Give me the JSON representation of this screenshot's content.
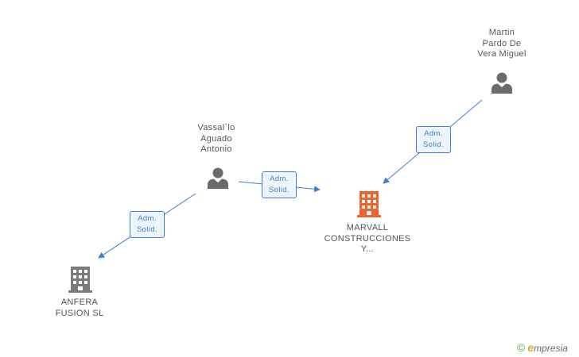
{
  "nodes": {
    "martin": {
      "lines": [
        "Martin",
        "Pardo De",
        "Vera Miguel"
      ],
      "type": "person"
    },
    "vassallo": {
      "lines": [
        "Vassal`lo",
        "Aguado",
        "Antonio"
      ],
      "type": "person"
    },
    "marvall": {
      "lines": [
        "MARVALL",
        "CONSTRUCCIONES",
        "Y..."
      ],
      "type": "company",
      "color": "#f2622e"
    },
    "anfera": {
      "lines": [
        "ANFERA",
        "FUSION SL"
      ],
      "type": "company",
      "color": "#7a7a7a"
    }
  },
  "edges": {
    "martin_marvall": {
      "line1": "Adm.",
      "line2": "Solid."
    },
    "vassallo_marvall": {
      "line1": "Adm.",
      "line2": "Solid."
    },
    "vassallo_anfera": {
      "line1": "Adm.",
      "line2": "Solid."
    }
  },
  "colors": {
    "edge": "#3d7fd2",
    "person_icon": "#6b6b6b"
  },
  "watermark": {
    "copyright": "©",
    "brand_initial": "e",
    "brand_rest": "mpresia"
  }
}
